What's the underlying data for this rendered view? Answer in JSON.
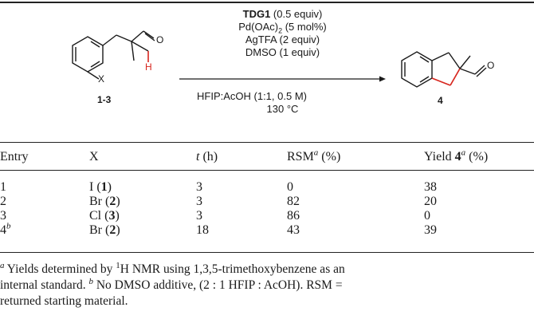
{
  "scheme": {
    "conditions_above": {
      "catalyst_bold": "TDG1",
      "catalyst_amount": " (0.5 equiv)",
      "pd_pre": "Pd(OAc)",
      "pd_sub": "2",
      "pd_post": " (5 mol%)",
      "ag": "AgTFA (2 equiv)",
      "dmso": "DMSO (1 equiv)"
    },
    "conditions_below": {
      "solvent": "HFIP:AcOH (1:1, 0.5 M)",
      "temp": "130 °C"
    },
    "reactant_label": "1-3",
    "product_label": "4",
    "atom_x": "X",
    "atom_h": "H",
    "atom_o": "O",
    "colors": {
      "highlight": "#d7261e",
      "line": "#1a1a1a"
    }
  },
  "table": {
    "headers": {
      "entry": "Entry",
      "x": "X",
      "t_italic": "t",
      "t_unit": " (h)",
      "rsm": "RSM",
      "rsm_sup": "a",
      "rsm_unit": " (%)",
      "yield_pre": "Yield ",
      "yield_bold": "4",
      "yield_sup": "a",
      "yield_unit": " (%)"
    },
    "rows": [
      {
        "entry": "1",
        "entry_sup": "",
        "x_atom": "I (",
        "x_bold": "1",
        "x_close": ")",
        "t": "3",
        "rsm": "0",
        "yield": "38"
      },
      {
        "entry": "2",
        "entry_sup": "",
        "x_atom": "Br (",
        "x_bold": "2",
        "x_close": ")",
        "t": "3",
        "rsm": "82",
        "yield": "20"
      },
      {
        "entry": "3",
        "entry_sup": "",
        "x_atom": "Cl (",
        "x_bold": "3",
        "x_close": ")",
        "t": "3",
        "rsm": "86",
        "yield": "0"
      },
      {
        "entry": "4",
        "entry_sup": "b",
        "x_atom": "Br (",
        "x_bold": "2",
        "x_close": ")",
        "t": "18",
        "rsm": "43",
        "yield": "39"
      }
    ]
  },
  "footnote": {
    "a_mark": "a",
    "a_text1": " Yields determined by ",
    "a_nmr_sup": "1",
    "a_text2": "H NMR using 1,3,5-trimethoxybenzene as an",
    "a_text3": "internal standard. ",
    "b_mark": "b",
    "b_text": " No DMSO additive, (2 : 1 HFIP : AcOH). RSM =",
    "line3": "returned starting material."
  }
}
